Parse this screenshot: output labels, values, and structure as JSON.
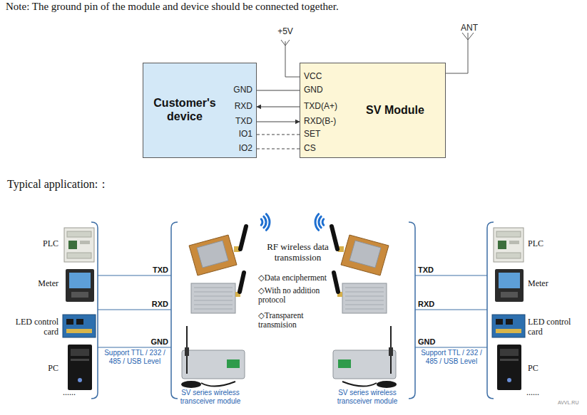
{
  "diagram": {
    "nodes": [
      {
        "text": [
          "Customer's device"
        ]
      },
      {
        "text": [
          "SV Module"
        ]
      }
    ],
    "edges": [
      {
        "from": 0,
        "to": 1,
        "arrow": "none"
      },
      {
        "from": 1,
        "to": 0,
        "arrow": "to"
      },
      {
        "from": 0,
        "to": 1,
        "arrow": "to"
      },
      {
        "from": 0,
        "to": 1,
        "arrow": "none"
      },
      {
        "from": 0,
        "to": 1,
        "arrow": "none"
      }
    ],
    "labels": [
      "Note: The ground pin of the module and device should be connected together.",
      "+5V",
      "ANT",
      "GND",
      "RXD",
      "TXD",
      "IO1",
      "IO2",
      "VCC",
      "GND",
      "TXD(A+)",
      "RXD(B-)",
      "SET",
      "CS",
      "Typical application:：",
      "PLC",
      "Meter",
      "LED control card",
      "PC",
      "......",
      "TXD",
      "RXD",
      "GND",
      "Support TTL / 232 / 485 / USB Level",
      "SV series wireless transceiver module",
      "RF wireless data transmission",
      "◇Data encipherment",
      "◇With no addition protocol",
      "◇Transparent transmision",
      "TXD",
      "RXD",
      "GND",
      "Support TTL / 232 / 485 / USB Level",
      "SV series wireless transceiver module",
      "PLC",
      "Meter",
      "LED control card",
      "PC",
      "......",
      "AVVL.RU"
    ]
  }
}
